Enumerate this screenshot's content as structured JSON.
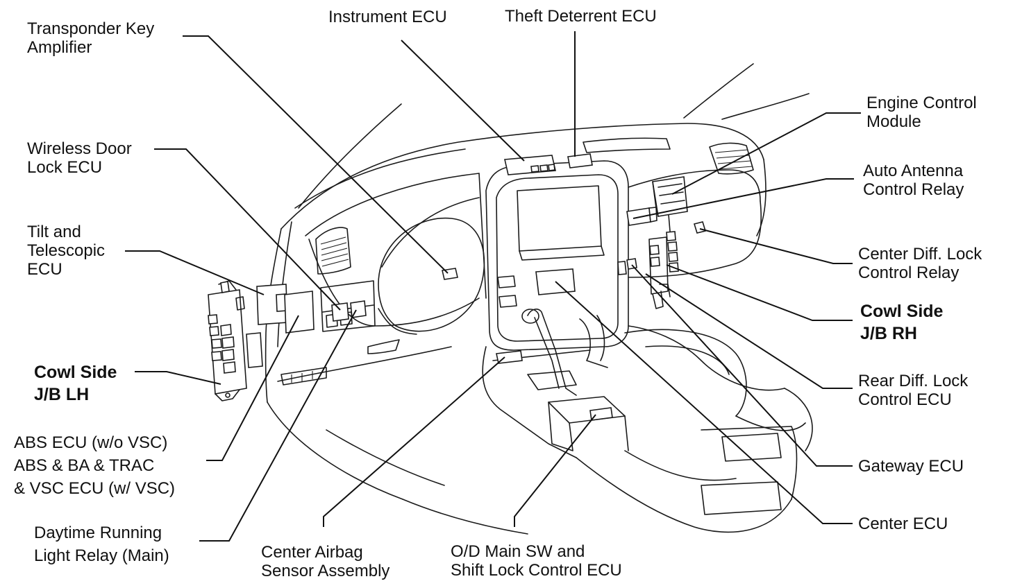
{
  "labels": {
    "transponder": [
      "Transponder Key",
      "Amplifier"
    ],
    "instrument": [
      "Instrument ECU"
    ],
    "theft": [
      "Theft Deterrent ECU"
    ],
    "engine": [
      "Engine Control",
      "Module"
    ],
    "wireless": [
      "Wireless Door",
      "Lock ECU"
    ],
    "antenna": [
      "Auto Antenna",
      "Control Relay"
    ],
    "tilt": [
      "Tilt and",
      "Telescopic",
      "ECU"
    ],
    "center_diff": [
      "Center Diff. Lock",
      "Control Relay"
    ],
    "cowl_rh": [
      "Cowl Side",
      "J/B RH"
    ],
    "cowl_lh": [
      "Cowl Side",
      "J/B LH"
    ],
    "rear_diff": [
      "Rear Diff. Lock",
      "Control ECU"
    ],
    "abs": [
      "ABS ECU (w/o VSC)",
      "ABS & BA & TRAC",
      "& VSC ECU (w/ VSC)"
    ],
    "gateway": [
      "Gateway ECU"
    ],
    "drl": [
      "Daytime Running",
      "Light Relay (Main)"
    ],
    "airbag": [
      "Center Airbag",
      "Sensor Assembly"
    ],
    "od": [
      "O/D Main SW and",
      "Shift Lock Control ECU"
    ],
    "center_ecu": [
      "Center ECU"
    ]
  }
}
